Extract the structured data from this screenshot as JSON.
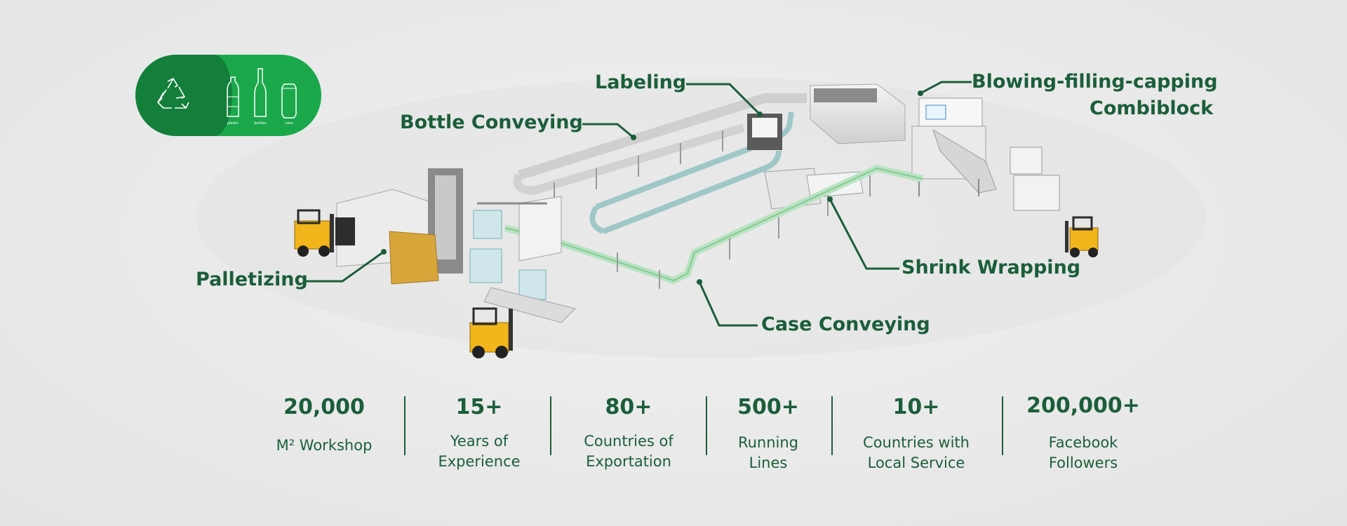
{
  "badge": {
    "labels": [
      "plastic",
      "bottles",
      "cans"
    ]
  },
  "callouts": {
    "labeling": "Labeling",
    "bottle_conveying": "Bottle Conveying",
    "blowing_line1": "Blowing-filling-capping",
    "blowing_line2": "Combiblock",
    "palletizing": "Palletizing",
    "shrink_wrapping": "Shrink Wrapping",
    "case_conveying": "Case Conveying"
  },
  "stats": [
    {
      "value": "20,000",
      "label1": "M² Workshop",
      "label2": ""
    },
    {
      "value": "15+",
      "label1": "Years of",
      "label2": "Experience"
    },
    {
      "value": "80+",
      "label1": "Countries of",
      "label2": "Exportation"
    },
    {
      "value": "500+",
      "label1": "Running",
      "label2": "Lines"
    },
    {
      "value": "10+",
      "label1": "Countries with",
      "label2": "Local Service"
    },
    {
      "value": "200,000+",
      "label1": "Facebook",
      "label2": "Followers"
    }
  ],
  "colors": {
    "brand_green": "#1b5e3a",
    "badge_light": "#1aa84b",
    "badge_dark": "#137f3a",
    "forklift_yellow": "#f2b51b"
  }
}
